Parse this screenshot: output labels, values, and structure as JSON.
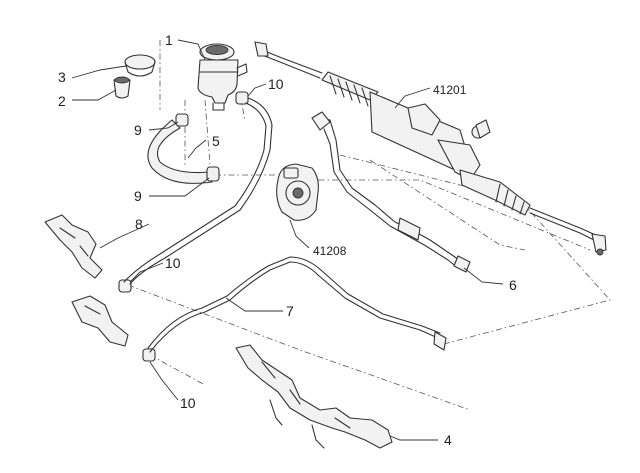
{
  "callouts": {
    "c1": "1",
    "c2": "2",
    "c3": "3",
    "c4": "4",
    "c5": "5",
    "c6": "6",
    "c7": "7",
    "c8": "8",
    "c9a": "9",
    "c9b": "9",
    "c10a": "10",
    "c10b": "10",
    "c10c": "10",
    "c41201": "41201",
    "c41208": "41208"
  },
  "colors": {
    "line": "#333333",
    "background": "#ffffff"
  }
}
